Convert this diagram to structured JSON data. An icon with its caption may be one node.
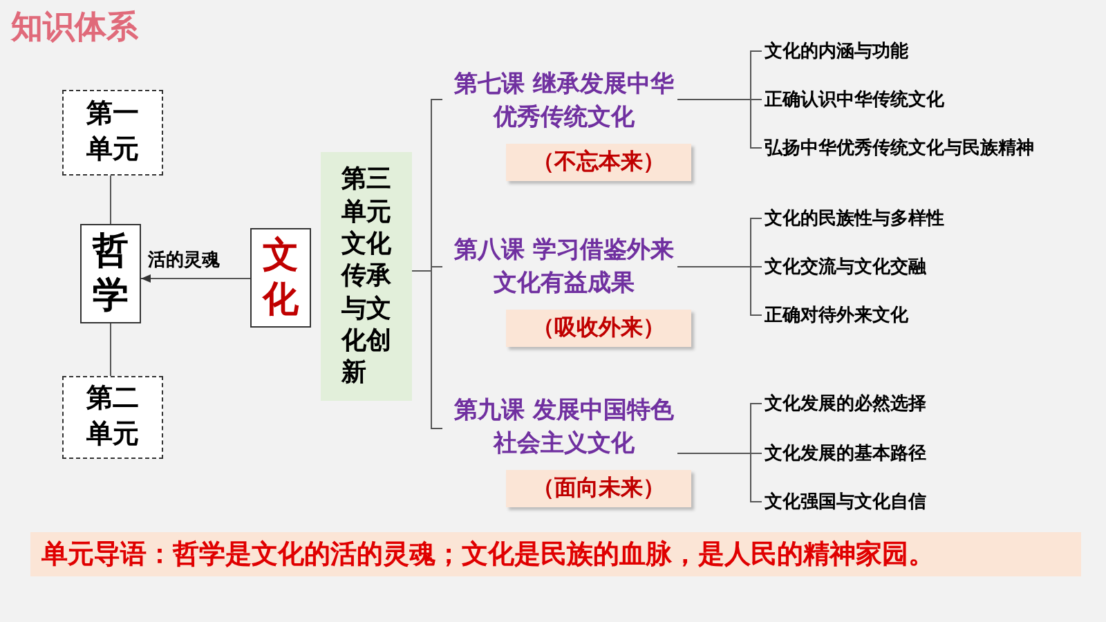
{
  "diagram": {
    "title": "知识体系",
    "nodes": [
      {
        "text": [
          "第一单元"
        ]
      },
      {
        "text": [
          "哲学"
        ]
      },
      {
        "text": [
          "第二单元"
        ]
      },
      {
        "text": [
          "文化"
        ]
      },
      {
        "text": [
          "第三单元文化传承与文化创新"
        ]
      },
      {
        "text": [
          "第七课 继承发展中华优秀传统文化",
          "（不忘本来）"
        ]
      },
      {
        "text": [
          "第八课 学习借鉴外来文化有益成果",
          "（吸收外来）"
        ]
      },
      {
        "text": [
          "第九课 发展中国特色社会主义文化",
          "（面向未来）"
        ]
      },
      {
        "text": [
          "文化的内涵与功能"
        ]
      },
      {
        "text": [
          "正确认识中华传统文化"
        ]
      },
      {
        "text": [
          "弘扬中华优秀传统文化与民族精神"
        ]
      },
      {
        "text": [
          "文化的民族性与多样性"
        ]
      },
      {
        "text": [
          "文化交流与文化交融"
        ]
      },
      {
        "text": [
          "正确对待外来文化"
        ]
      },
      {
        "text": [
          "文化发展的必然选择"
        ]
      },
      {
        "text": [
          "文化发展的基本路径"
        ]
      },
      {
        "text": [
          "文化强国与文化自信"
        ]
      }
    ],
    "edges": [
      {
        "from": 0,
        "to": 1,
        "arrow": "none"
      },
      {
        "from": 1,
        "to": 2,
        "arrow": "none"
      },
      {
        "from": 3,
        "to": 1,
        "arrow": "to",
        "label": "活的灵魂"
      },
      {
        "from": 4,
        "to": 5,
        "arrow": "none"
      },
      {
        "from": 4,
        "to": 6,
        "arrow": "none"
      },
      {
        "from": 4,
        "to": 7,
        "arrow": "none"
      },
      {
        "from": 5,
        "to": 8,
        "arrow": "none"
      },
      {
        "from": 5,
        "to": 9,
        "arrow": "none"
      },
      {
        "from": 5,
        "to": 10,
        "arrow": "none"
      },
      {
        "from": 6,
        "to": 11,
        "arrow": "none"
      },
      {
        "from": 6,
        "to": 12,
        "arrow": "none"
      },
      {
        "from": 6,
        "to": 13,
        "arrow": "none"
      },
      {
        "from": 7,
        "to": 14,
        "arrow": "none"
      },
      {
        "from": 7,
        "to": 15,
        "arrow": "none"
      },
      {
        "from": 7,
        "to": 16,
        "arrow": "none"
      }
    ],
    "labels": [
      "单元导语：哲学是文化的活的灵魂；文化是民族的血脉，是人民的精神家园。"
    ]
  }
}
